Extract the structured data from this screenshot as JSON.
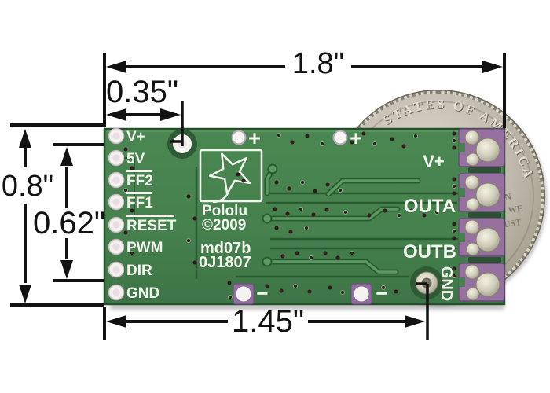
{
  "title": "Pololu motor driver PCB bottom view with dimensions and US quarter",
  "dimensions": {
    "width": "1.8\"",
    "hole_x": "0.35\"",
    "height": "0.8\"",
    "hole_y": "0.62\"",
    "bottom": "1.45\""
  },
  "pcb": {
    "left_pins": [
      {
        "label": "V+",
        "overline": false
      },
      {
        "label": "5V",
        "overline": false
      },
      {
        "label": "FF2",
        "overline": true
      },
      {
        "label": "FF1",
        "overline": true
      },
      {
        "label": "RESET",
        "overline": true
      },
      {
        "label": "PWM",
        "overline": false
      },
      {
        "label": "DIR",
        "overline": false
      },
      {
        "label": "GND",
        "overline": false
      }
    ],
    "right_labels": {
      "vplus": "V+",
      "outa": "OUTA",
      "outb": "OUTB",
      "gnd": "GND"
    },
    "marks": {
      "plus": "+",
      "minus": "−"
    },
    "silkscreen": {
      "brand": "Pololu",
      "copyright": "©2009",
      "model": "md07b",
      "serial": "0J1807"
    }
  },
  "coin": {
    "legend": "STATES OF AMERICA",
    "motto_lines": [
      "IN",
      "D WE",
      "UST"
    ]
  },
  "colors": {
    "board_green": "#46814e",
    "trace_dark": "#2a5a31",
    "trace_light": "#5c9a62",
    "silkscreen": "#f3f5ef",
    "pad_violet": "#96719f",
    "dimension_black": "#121212"
  }
}
